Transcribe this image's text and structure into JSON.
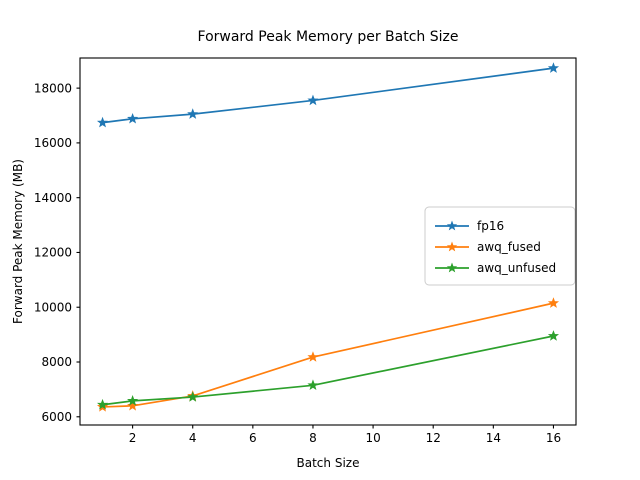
{
  "chart_data": {
    "type": "line",
    "title": "Forward Peak Memory per Batch Size",
    "xlabel": "Batch Size",
    "ylabel": "Forward Peak Memory (MB)",
    "x": [
      1,
      2,
      4,
      8,
      16
    ],
    "xlim": [
      0.25,
      16.75
    ],
    "ylim": [
      5700,
      19100
    ],
    "xticks": [
      2,
      4,
      6,
      8,
      10,
      12,
      14,
      16
    ],
    "xtick_labels": [
      "2",
      "4",
      "6",
      "8",
      "10",
      "12",
      "14",
      "16"
    ],
    "yticks": [
      6000,
      8000,
      10000,
      12000,
      14000,
      16000,
      18000
    ],
    "ytick_labels": [
      "6000",
      "8000",
      "10000",
      "12000",
      "14000",
      "16000",
      "18000"
    ],
    "grid": false,
    "legend_position": "center-right",
    "marker": "star",
    "series": [
      {
        "name": "fp16",
        "color": "#1f77b4",
        "values": [
          16740,
          16880,
          17050,
          17550,
          18730
        ]
      },
      {
        "name": "awq_fused",
        "color": "#ff7f0e",
        "values": [
          6360,
          6400,
          6760,
          8180,
          10150
        ]
      },
      {
        "name": "awq_unfused",
        "color": "#2ca02c",
        "values": [
          6440,
          6580,
          6720,
          7150,
          8950
        ]
      }
    ]
  },
  "legend": {
    "entries": [
      "fp16",
      "awq_fused",
      "awq_unfused"
    ]
  }
}
